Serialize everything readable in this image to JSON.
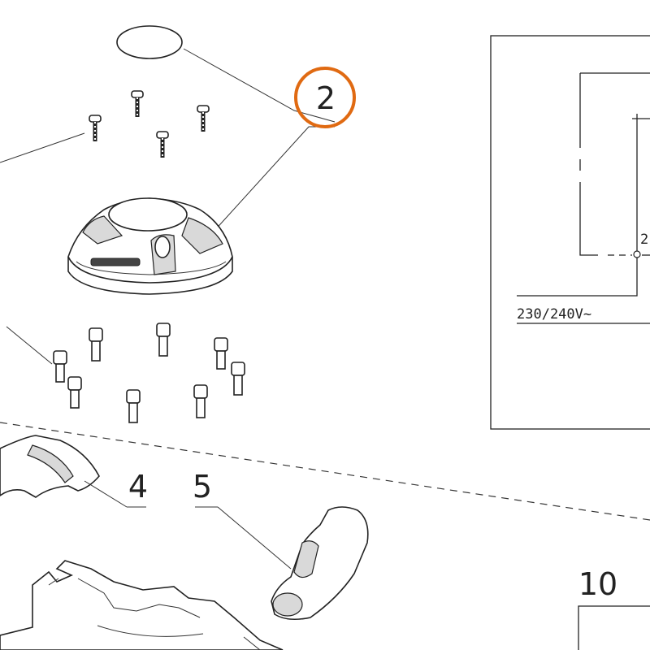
{
  "callouts": {
    "c2": "2",
    "c4": "4",
    "c5": "5",
    "c10": "10",
    "c2_partial": "2"
  },
  "schematic": {
    "voltage_label": "230/240V~"
  },
  "highlight": {
    "callout": "2",
    "color": "#E06A12"
  }
}
